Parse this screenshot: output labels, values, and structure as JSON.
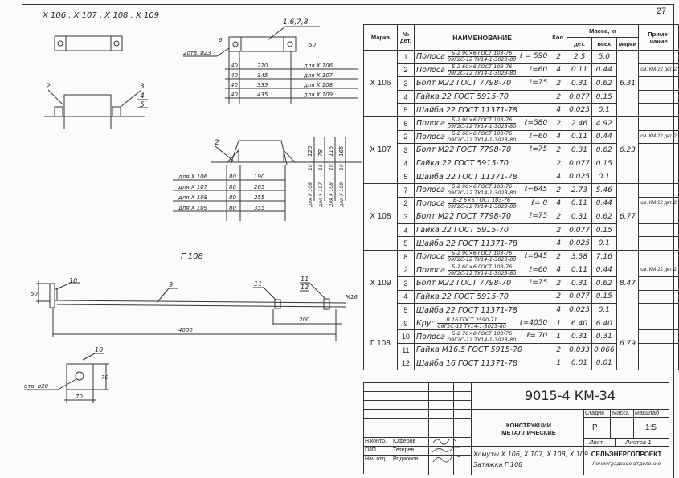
{
  "page_number": "27",
  "drawings": {
    "header": "X 106 , X 107 , X 108 , X 109",
    "plate_label": "1,6,7,8",
    "hole_label": "2отв. ø23",
    "dim_6": "6",
    "dim_50": "50",
    "plate_rows": [
      {
        "a": "40",
        "b": "270",
        "for": "для X 106"
      },
      {
        "a": "40",
        "b": "345",
        "for": "для X 107"
      },
      {
        "a": "40",
        "b": "335",
        "for": "для X 108"
      },
      {
        "a": "40",
        "b": "435",
        "for": "для X 109"
      }
    ],
    "clamp_labels": [
      "2",
      "3",
      "4",
      "5"
    ],
    "bend_label": "2",
    "bend_rows": [
      {
        "for": "для X 106",
        "a": "80",
        "b": "190"
      },
      {
        "for": "для X 107",
        "a": "80",
        "b": "265"
      },
      {
        "for": "для X 108",
        "a": "80",
        "b": "255"
      },
      {
        "for": "для X 109",
        "a": "80",
        "b": "355"
      }
    ],
    "bend_vertical": [
      {
        "h": "120",
        "t": "10",
        "for": "для X 106"
      },
      {
        "h": "78",
        "t": "15",
        "for": "для X 107"
      },
      {
        "h": "115",
        "t": "10",
        "for": "для X 108"
      },
      {
        "h": "165",
        "t": "10",
        "for": "для X 109"
      }
    ],
    "tie_title": "Г 108",
    "tie_labels": {
      "p10": "10",
      "p9": "9",
      "p11": "11",
      "p11b": "11",
      "p12": "12",
      "thread": "M16",
      "d50": "50",
      "d200": "200",
      "d4000": "4000"
    },
    "washer": {
      "label": "10",
      "hole": "отв. ø20",
      "w": "70",
      "h": "70"
    }
  },
  "spec": {
    "headers": {
      "mark": "Марка",
      "no": "№ дет.",
      "name": "НАИМЕНОВАНИЕ",
      "qty": "Кол.",
      "mass": "Масса, кг",
      "det": "дет.",
      "all": "всех",
      "marks": "марки",
      "note": "Приме- чание"
    },
    "groups": [
      {
        "mark": "X 106",
        "mass": "6.31",
        "rows": [
          {
            "no": "1",
            "name": "Полоса",
            "top": "Б-2 90×6 ГОСТ 103-76",
            "bot": "09Г2С-12 ТУ14-1-3023-80",
            "len": "ℓ = 590",
            "qty": "2",
            "det": "2.5",
            "all": "5.0",
            "note": ""
          },
          {
            "no": "2",
            "name": "Полоса",
            "top": "Б-2 60×6 ГОСТ 103-76",
            "bot": "09Г2С-12 ТУ14-1-3023-80",
            "len": "ℓ=60",
            "qty": "4",
            "det": "0.11",
            "all": "0.44",
            "note": "см. КМ-22 дет. 2"
          },
          {
            "no": "3",
            "name": "Болт М22 ГОСТ 7798-70",
            "len": "ℓ=75",
            "qty": "2",
            "det": "0.31",
            "all": "0.62",
            "note": ""
          },
          {
            "no": "4",
            "name": "Гайка 22 ГОСТ 5915-70",
            "qty": "2",
            "det": "0.077",
            "all": "0.15",
            "note": ""
          },
          {
            "no": "5",
            "name": "Шайба 22 ГОСТ 11371-78",
            "qty": "4",
            "det": "0.025",
            "all": "0.1",
            "note": ""
          }
        ]
      },
      {
        "mark": "X 107",
        "mass": "6.23",
        "rows": [
          {
            "no": "6",
            "name": "Полоса",
            "top": "Б-2 90×6 ГОСТ 103-76",
            "bot": "09Г2С-12 ТУ14-1-3023-80",
            "len": "ℓ=580",
            "qty": "2",
            "det": "2.46",
            "all": "4.92",
            "note": ""
          },
          {
            "no": "2",
            "name": "Полоса",
            "top": "Б-2 60×6 ГОСТ 103-76",
            "bot": "09Г2С-12 ТУ14-1-3023-80",
            "len": "ℓ=60",
            "qty": "4",
            "det": "0.11",
            "all": "0.44",
            "note": "см. КМ-22 дет. 2"
          },
          {
            "no": "3",
            "name": "Болт М22 ГОСТ 7798-70",
            "len": "ℓ=75",
            "qty": "2",
            "det": "0.31",
            "all": "0.62",
            "note": ""
          },
          {
            "no": "4",
            "name": "Гайка 22 ГОСТ 5915-70",
            "qty": "2",
            "det": "0.077",
            "all": "0.15",
            "note": ""
          },
          {
            "no": "5",
            "name": "Шайба 22 ГОСТ 11371-78",
            "qty": "4",
            "det": "0.025",
            "all": "0.1",
            "note": ""
          }
        ]
      },
      {
        "mark": "X 108",
        "mass": "6.77",
        "rows": [
          {
            "no": "7",
            "name": "Полоса",
            "top": "Б-2 90×6 ГОСТ 103-76",
            "bot": "09Г2С-12 ТУ14-1-3023-80",
            "len": "ℓ=645",
            "qty": "2",
            "det": "2.73",
            "all": "5.46",
            "note": ""
          },
          {
            "no": "2",
            "name": "Полоса",
            "top": "Б-2 6×6 ГОСТ 103-76",
            "bot": "09Г2С-12 ТУ14-1-3023-80",
            "len": "ℓ= 0",
            "qty": "4",
            "det": "0.11",
            "all": "0.44",
            "note": "см. КМ-22 дет. 2"
          },
          {
            "no": "3",
            "name": "Болт М22 ГОСТ 7798-70",
            "len": "ℓ=75",
            "qty": "2",
            "det": "0.31",
            "all": "0.62",
            "note": ""
          },
          {
            "no": "4",
            "name": "Гайка 22 ГОСТ 5915-70",
            "qty": "2",
            "det": "0.077",
            "all": "0.15",
            "note": ""
          },
          {
            "no": "5",
            "name": "Шайба 22 ГОСТ 11371-78",
            "qty": "4",
            "det": "0.025",
            "all": "0.1",
            "note": ""
          }
        ]
      },
      {
        "mark": "X 109",
        "mass": "8.47",
        "rows": [
          {
            "no": "8",
            "name": "Полоса",
            "top": "Б-2 90×6 ГОСТ 103-76",
            "bot": "09Г2С-12 ТУ14-1-3023-80",
            "len": "ℓ=845",
            "qty": "2",
            "det": "3.58",
            "all": "7.16",
            "note": ""
          },
          {
            "no": "2",
            "name": "Полоса",
            "top": "Б-2 60×6 ГОСТ 103-76",
            "bot": "09Г2С-12 ТУ14-1-3023-80",
            "len": "ℓ=60",
            "qty": "4",
            "det": "0.11",
            "all": "0.44",
            "note": "см. КМ-22 дет. 2"
          },
          {
            "no": "3",
            "name": "Болт М22 ГОСТ 7798-70",
            "len": "ℓ=75",
            "qty": "2",
            "det": "0.31",
            "all": "0.62",
            "note": ""
          },
          {
            "no": "4",
            "name": "Гайка 22 ГОСТ 5915-70",
            "qty": "2",
            "det": "0.077",
            "all": "0.15",
            "note": ""
          },
          {
            "no": "5",
            "name": "Шайба 22 ГОСТ 11371-78",
            "qty": "4",
            "det": "0.025",
            "all": "0.1",
            "note": ""
          }
        ]
      },
      {
        "mark": "Г 108",
        "mass": "6.79",
        "rows": [
          {
            "no": "9",
            "name": "Круг",
            "top": "B 16 ГОСТ 2590-71",
            "bot": "09Г2С-12 ТУ14-1-3023-80",
            "len": "ℓ=4050",
            "qty": "1",
            "det": "6.40",
            "all": "6.40",
            "note": ""
          },
          {
            "no": "10",
            "name": "Полоса",
            "top": "Б-2 70×8 ГОСТ 103-76",
            "bot": "09Г2С-12 ТУ14-1-3023-80",
            "len": "ℓ= 70",
            "qty": "1",
            "det": "0.31",
            "all": "0.31",
            "note": ""
          },
          {
            "no": "11",
            "name": "Гайка М16.5 ГОСТ 5915-70",
            "qty": "2",
            "det": "0.033",
            "all": "0.066",
            "note": ""
          },
          {
            "no": "12",
            "name": "Шайба 16 ГОСТ 11371-78",
            "qty": "1",
            "det": "0.01",
            "all": "0.01",
            "note": ""
          }
        ]
      }
    ]
  },
  "title_block": {
    "doc_no": "9015-4 КМ-34",
    "title": "КОНСТРУКЦИИ МЕТАЛЛИЧЕСКИЕ",
    "stage_h": "Стадия",
    "mass_h": "Масса",
    "scale_h": "Масштаб",
    "stage": "Р",
    "scale": "1:5",
    "sheet": "Лист",
    "sheets": "Листов 1",
    "roles": [
      {
        "role": "Н.контр.",
        "name": "Юферов"
      },
      {
        "role": "ГИП",
        "name": "Тетерев"
      },
      {
        "role": "Нач.отд.",
        "name": "Родионов"
      }
    ],
    "subject_1": "Хомуты X 106, X 107, X 108, X 109",
    "subject_2": "Затяжка Г 108",
    "org": "СЕЛЬЭНЕРГОПРОЕКТ",
    "branch": "Ленинградское отделение"
  }
}
